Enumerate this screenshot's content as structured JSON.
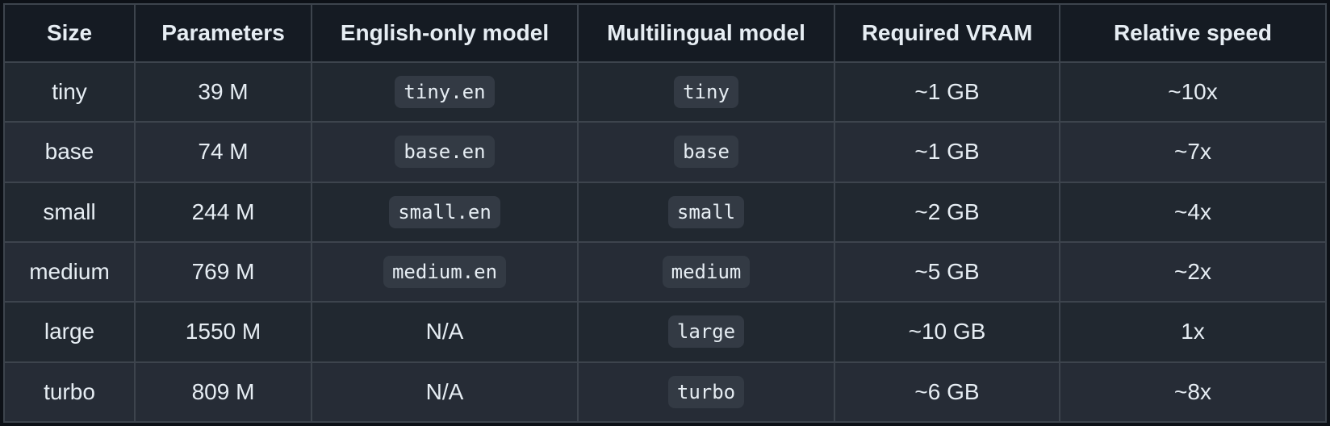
{
  "table": {
    "headers": [
      "Size",
      "Parameters",
      "English-only model",
      "Multilingual model",
      "Required VRAM",
      "Relative speed"
    ],
    "rows": [
      {
        "size": "tiny",
        "params": "39 M",
        "english": "tiny.en",
        "english_is_code": true,
        "multi": "tiny",
        "vram": "~1 GB",
        "speed": "~10x"
      },
      {
        "size": "base",
        "params": "74 M",
        "english": "base.en",
        "english_is_code": true,
        "multi": "base",
        "vram": "~1 GB",
        "speed": "~7x"
      },
      {
        "size": "small",
        "params": "244 M",
        "english": "small.en",
        "english_is_code": true,
        "multi": "small",
        "vram": "~2 GB",
        "speed": "~4x"
      },
      {
        "size": "medium",
        "params": "769 M",
        "english": "medium.en",
        "english_is_code": true,
        "multi": "medium",
        "vram": "~5 GB",
        "speed": "~2x"
      },
      {
        "size": "large",
        "params": "1550 M",
        "english": "N/A",
        "english_is_code": false,
        "multi": "large",
        "vram": "~10 GB",
        "speed": "1x"
      },
      {
        "size": "turbo",
        "params": "809 M",
        "english": "N/A",
        "english_is_code": false,
        "multi": "turbo",
        "vram": "~6 GB",
        "speed": "~8x"
      }
    ]
  },
  "colors": {
    "page_background": "#0d1117",
    "header_background": "#151b23",
    "row_odd_background": "#212830",
    "row_even_background": "#262c36",
    "border": "#3d444d",
    "text": "#e6edf3",
    "code_background": "#333a44"
  }
}
